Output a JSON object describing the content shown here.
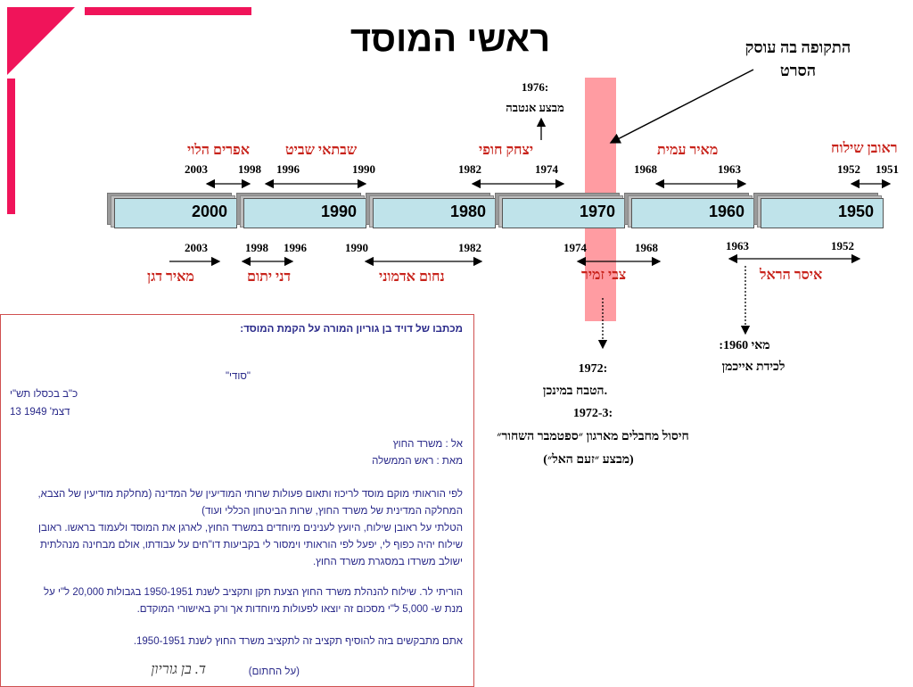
{
  "title": "ראשי המוסד",
  "callout": {
    "line1": "התקופה בה עוסק",
    "line2": "הסרט"
  },
  "decades": [
    "2000",
    "1990",
    "1980",
    "1970",
    "1960",
    "1950"
  ],
  "top_event": {
    "year": ":1976",
    "text": "מבצע אנטבה"
  },
  "top_heads": [
    {
      "name": "אפרים הלוי",
      "from": "1998",
      "to": "2003"
    },
    {
      "name": "שבתאי שביט",
      "from": "1990",
      "to": "1996"
    },
    {
      "name": "יצחק חופי",
      "from": "1974",
      "to": "1982"
    },
    {
      "name": "מאיר עמית",
      "from": "1963",
      "to": "1968"
    },
    {
      "name": "ראובן שילוח",
      "from": "1951",
      "to": "1952"
    }
  ],
  "bottom_heads": [
    {
      "name": "מאיר דגן",
      "from": "2003"
    },
    {
      "name": "דני יתום",
      "from": "1996",
      "to": "1998"
    },
    {
      "name": "נחום אדמוני",
      "from": "1982",
      "to": "1990"
    },
    {
      "name": "צבי זמיר",
      "from": "1968",
      "to": "1974"
    },
    {
      "name": "איסר הראל",
      "from": "1952",
      "to": "1963"
    }
  ],
  "eichmann": {
    "date": "מאי 1960:",
    "text": "לכידת אייכמן"
  },
  "zamir_events": {
    "y1": ":1972",
    "t1": ".הטבח במינכן",
    "y2": ":1972-3",
    "t2": "חיסול מחבלים מארגון ״ספטמבר השחור״",
    "t3": "(מבצע ״זעם האל״)"
  },
  "letter": {
    "header": "מכתבו של דויד בן גוריון המורה על הקמת המוסד:",
    "secret": "\"סודי\"",
    "date_heb": "כ\"ב בכסלו תש\"י",
    "date_greg": "13 דצמ' 1949",
    "to": "אל : משרד החוץ",
    "from": "מאת : ראש הממשלה",
    "p1a": "לפי הוראותי מוקם מוסד לריכוז ותאום פעולות שרותי המודיעין של המדינה (מחלקת מודיעין של הצבא,",
    "p1b": "המחלקה המדינית של משרד החוץ, שרות הביטחון הכללי ועוד)",
    "p2a": "הטלתי על ראובן שילוח, היועץ לענינים מיוחדים במשרד החוץ, לארגן את המוסד ולעמוד בראשו. ראובן",
    "p2b": "שילוח יהיה כפוף לי, יפעל לפי הוראותי וימסור לי בקביעות דו\"חים על עבודתו, אולם מבחינה מנהלתית",
    "p2c": "ישולב משרדו במסגרת משרד החוץ.",
    "p3a": "הוריתי לר. שילוח להנהלת משרד החוץ הצעת תקן ותקציב לשנת 1950-1951 בגבולות 20,000 ל\"י על",
    "p3b": "מנת ש- 5,000 ל\"י מסכום זה יוצאו לפעולות מיוחדות אך ורק באישורי המוקדם.",
    "p4": "אתם מתבקשים בזה להוסיף תקציב זה לתקציב משרד החוץ לשנת 1950-1951.",
    "sig_label": "(על החתום)",
    "signature": "ד. בן גוריון"
  }
}
